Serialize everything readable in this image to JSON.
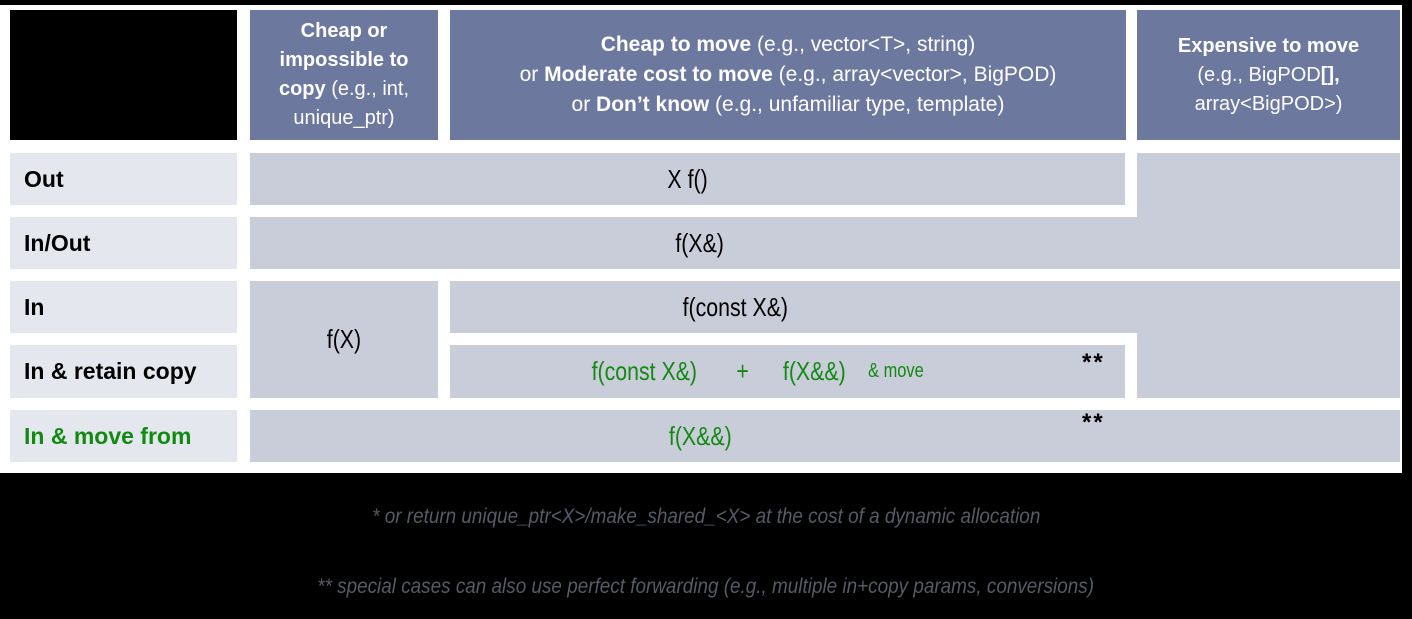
{
  "colors": {
    "header_bg": "#6C789D",
    "cell_bg": "#C9CCD9",
    "label_bg": "#E4E7ED",
    "green": "#128A12",
    "footnote_text": "#565B66",
    "frame": "#000000"
  },
  "header": {
    "col1": {
      "line1": "Cheap or",
      "line2": "impossible to",
      "line3_bold": "copy",
      "line3_rest": " (e.g., int,",
      "line4": "unique_ptr)"
    },
    "col2": {
      "line1_bold": "Cheap to move",
      "line1_rest": " (e.g., vector<T>, string)",
      "line2_pre": "or ",
      "line2_bold": "Moderate cost to move",
      "line2_rest": " (e.g., array<vector>, BigPOD)",
      "line3_pre": "or ",
      "line3_bold": "Don’t know",
      "line3_rest": " (e.g., unfamiliar type, template)"
    },
    "col3": {
      "line1": "Expensive to move",
      "line2_pre": "(e.g., BigPOD",
      "line2_bold": "[],",
      "line3": "array<BigPOD>)"
    }
  },
  "row_labels": {
    "out": "Out",
    "inout": "In/Out",
    "in": "In",
    "retain": "In & retain copy",
    "movefrom": "In & move from"
  },
  "cells": {
    "out": "X f()",
    "inout": "f(X&)",
    "in_value": "f(X)",
    "in_constref": "f(const X&)",
    "retain_constref": "f(const X&)",
    "retain_plus": "+",
    "retain_rvref": "f(X&&)",
    "retain_suffix": "& move",
    "movefrom": "f(X&&)",
    "footnote_marker": "**"
  },
  "footnotes": {
    "line1": "* or return unique_ptr<X>/make_shared_<X> at the cost of a dynamic allocation",
    "line2": "** special cases can also use perfect forwarding (e.g., multiple in+copy params, conversions)"
  }
}
